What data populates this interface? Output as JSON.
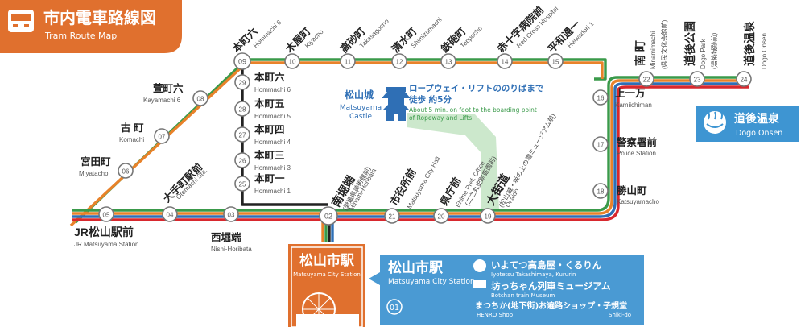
{
  "header": {
    "title": "市内電車路線図",
    "subtitle": "Tram Route Map",
    "color": "#e0702e"
  },
  "lines": {
    "green": "#3a9a4a",
    "orange": "#e8822a",
    "blue": "#2f6fb5",
    "red": "#d8282e",
    "black": "#222222",
    "gold": "#c9a227"
  },
  "stations": {
    "s02": {
      "num": "02",
      "name": "南堀端",
      "roman": "Minami-Horibata",
      "note": "(愛媛県美術館前)"
    },
    "s03": {
      "num": "03",
      "name": "西堀端",
      "roman": "Nishi-Horibata"
    },
    "s04": {
      "num": "04",
      "name": "大手町駅前",
      "roman": "Otemachi Sta."
    },
    "s05": {
      "num": "05",
      "name": "JR松山駅前",
      "roman": "JR Matsuyama Station"
    },
    "s06": {
      "num": "06",
      "name": "宮田町",
      "roman": "Miyatacho"
    },
    "s07": {
      "num": "07",
      "name": "古 町",
      "roman": "Komachi"
    },
    "s08": {
      "num": "08",
      "name": "萱町六",
      "roman": "Kayamachi 6"
    },
    "s09": {
      "num": "09",
      "name": "本町六",
      "roman": "Hommachi 6"
    },
    "s10": {
      "num": "10",
      "name": "木屋町",
      "roman": "Kiyacho"
    },
    "s11": {
      "num": "11",
      "name": "高砂町",
      "roman": "Takasagocho"
    },
    "s12": {
      "num": "12",
      "name": "清水町",
      "roman": "Shimizumachi"
    },
    "s13": {
      "num": "13",
      "name": "鉄砲町",
      "roman": "Teppocho"
    },
    "s14": {
      "num": "14",
      "name": "赤十字病院前",
      "roman": "Red Cross Hospital"
    },
    "s15": {
      "num": "15",
      "name": "平和通一",
      "roman": "Heiwadori 1"
    },
    "s16": {
      "num": "16",
      "name": "上一万",
      "roman": "Kamiichiman"
    },
    "s17": {
      "num": "17",
      "name": "警察署前",
      "roman": "Police Station"
    },
    "s18": {
      "num": "18",
      "name": "勝山町",
      "roman": "Katsuyamacho"
    },
    "s19": {
      "num": "19",
      "name": "大街道",
      "roman": "Okaido",
      "note": "(松山城・坂の上の雲ミュージアム前)"
    },
    "s20": {
      "num": "20",
      "name": "県庁前",
      "roman": "Ehime Pref. Office",
      "note": "(二之丸史跡庭園前)"
    },
    "s21": {
      "num": "21",
      "name": "市役所前",
      "roman": "Matsuyama City Hall"
    },
    "s22": {
      "num": "22",
      "name": "南 町",
      "roman": "Minamimachi",
      "note": "(県民文化会館前)"
    },
    "s23": {
      "num": "23",
      "name": "道後公園",
      "roman": "Dogo Park",
      "note": "(湯築城跡前)"
    },
    "s24": {
      "num": "24",
      "name": "道後温泉",
      "roman": "Dogo Onsen"
    },
    "s25": {
      "num": "25",
      "name": "本町一",
      "roman": "Hommachi 1"
    },
    "s26": {
      "num": "26",
      "name": "本町三",
      "roman": "Hommachi 3"
    },
    "s27": {
      "num": "27",
      "name": "本町四",
      "roman": "Hommachi 4"
    },
    "s28": {
      "num": "28",
      "name": "本町五",
      "roman": "Hommachi 5"
    },
    "s29": {
      "num": "29",
      "name": "本町六",
      "roman": "Hommachi 6"
    }
  },
  "castle": {
    "name": "松山城",
    "roman1": "Matsuyama",
    "roman2": "Castle",
    "ropeway1": "ロープウェイ・リフトののりばまで",
    "ropeway2": "徒歩 約5分",
    "ropeway_en1": "About 5 min. on foot to the boarding point",
    "ropeway_en2": "of Ropeway and Lifts"
  },
  "dogo_box": {
    "name": "道後温泉",
    "roman": "Dogo Onsen"
  },
  "matsuyama_station": {
    "badge_name": "松山市駅",
    "badge_roman": "Matsuyama City Station",
    "info_name": "松山市駅",
    "info_roman": "Matsuyama City Station",
    "num": "01",
    "facilities": [
      {
        "name": "いよてつ高島屋・くるりん",
        "roman": "Iyotetsu Takashimaya, Kururin"
      },
      {
        "name": "坊っちゃん列車ミュージアム",
        "roman": "Botchan train Museum"
      },
      {
        "name": "まつちか(地下街)お遍路ショップ・子規堂",
        "roman1": "HENRO Shop",
        "roman2": "Shiki-do"
      }
    ]
  }
}
